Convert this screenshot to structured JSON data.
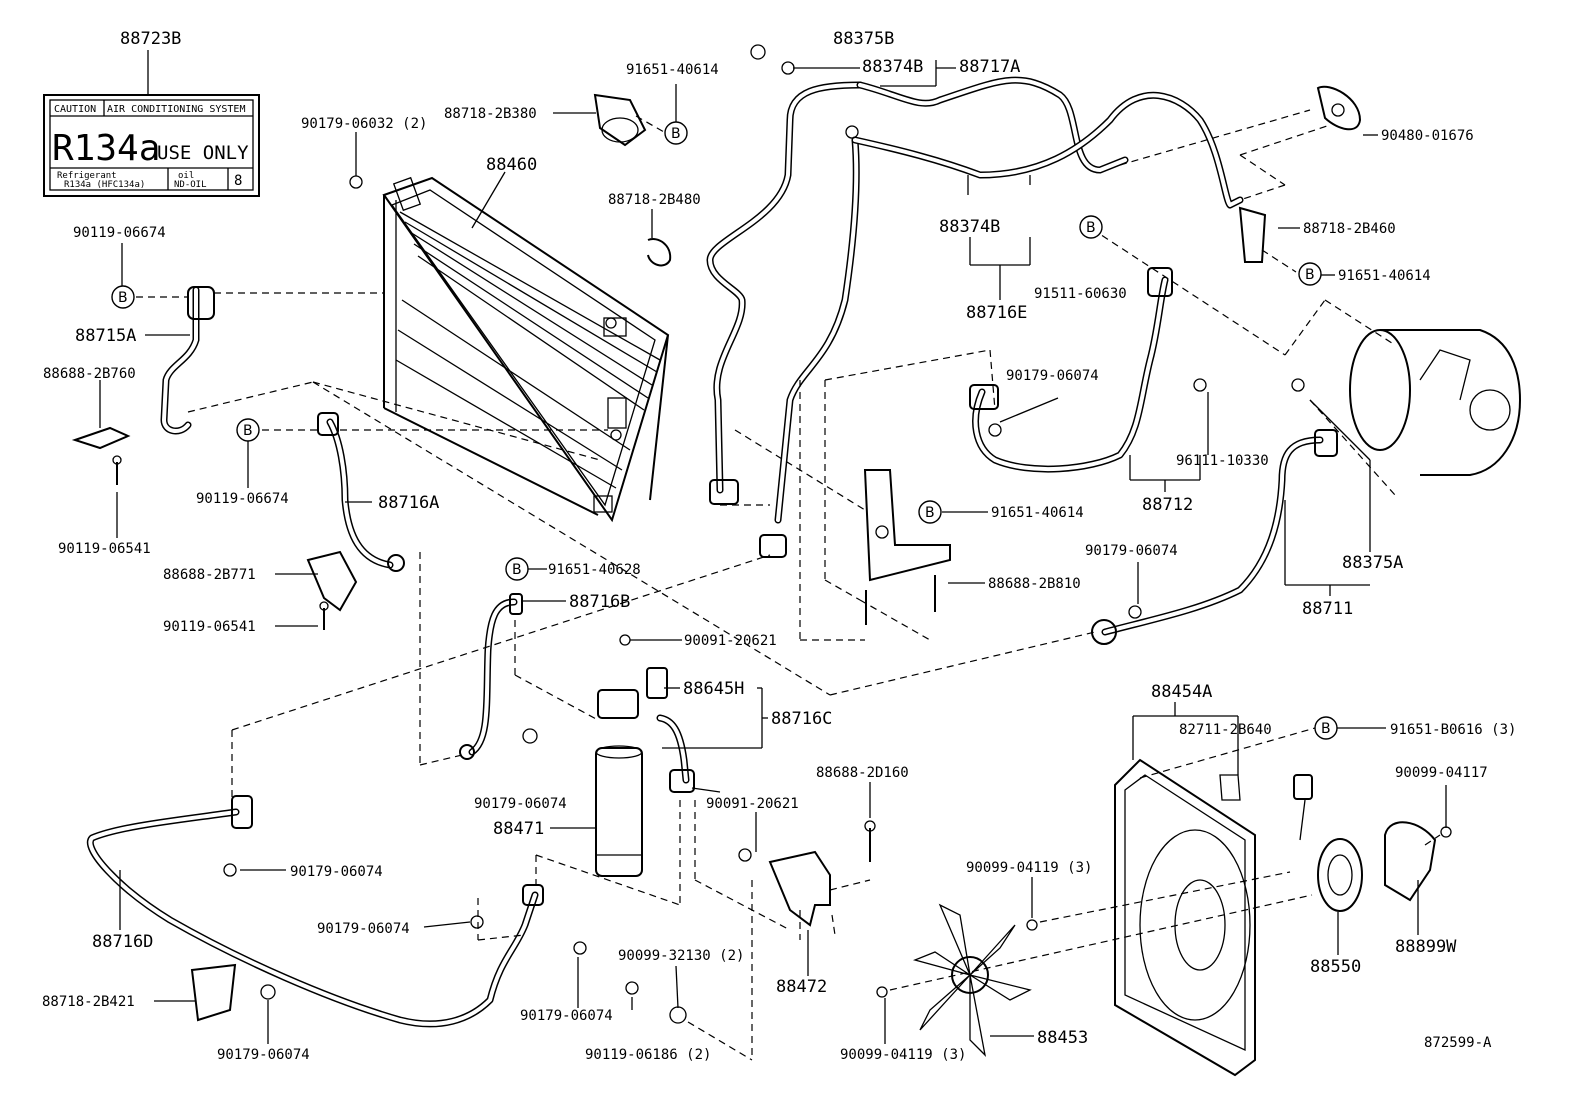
{
  "labels": {
    "l_88723B": "88723B",
    "l_90179_06032": "90179-06032 (2)",
    "l_88460": "88460",
    "l_91651_40614_a": "91651-40614",
    "l_88718_2B380": "88718-2B380",
    "l_88718_2B480": "88718-2B480",
    "l_88375B": "88375B",
    "l_88374B_a": "88374B",
    "l_88717A": "88717A",
    "l_90480_01676": "90480-01676",
    "l_88374B_b": "88374B",
    "l_88716E": "88716E",
    "l_91511_60630": "91511-60630",
    "l_88718_2B460": "88718-2B460",
    "l_91651_40614_b": "91651-40614",
    "l_90119_06674_a": "90119-06674",
    "l_88715A": "88715A",
    "l_88688_2B760": "88688-2B760",
    "l_90119_06541_a": "90119-06541",
    "l_90119_06674_b": "90119-06674",
    "l_88716A": "88716A",
    "l_88688_2B771": "88688-2B771",
    "l_90119_06541_b": "90119-06541",
    "l_91651_40628": "91651-40628",
    "l_88716B": "88716B",
    "l_90091_20621_a": "90091-20621",
    "l_88645H": "88645H",
    "l_88716C": "88716C",
    "l_90179_06074_a": "90179-06074",
    "l_91651_40614_c": "91651-40614",
    "l_88688_2B810": "88688-2B810",
    "l_96111_10330": "96111-10330",
    "l_88712": "88712",
    "l_90179_06074_b": "90179-06074",
    "l_88375A": "88375A",
    "l_88711": "88711",
    "l_90179_06074_c": "90179-06074",
    "l_88471": "88471",
    "l_90091_20621_b": "90091-20621",
    "l_88688_2D160": "88688-2D160",
    "l_88454A": "88454A",
    "l_82711_2B640": "82711-2B640",
    "l_91651_B0616": "91651-B0616 (3)",
    "l_90099_04117": "90099-04117",
    "l_90179_06074_d": "90179-06074",
    "l_88716D": "88716D",
    "l_90179_06074_e": "90179-06074",
    "l_90099_32130": "90099-32130 (2)",
    "l_88472": "88472",
    "l_90099_04119_a": "90099-04119 (3)",
    "l_88550": "88550",
    "l_88899W": "88899W",
    "l_88718_2B421": "88718-2B421",
    "l_90179_06074_f": "90179-06074",
    "l_90179_06074_g": "90179-06074",
    "l_90119_06186": "90119-06186 (2)",
    "l_90099_04119_b": "90099-04119 (3)",
    "l_88453": "88453",
    "l_872599_A": "872599-A"
  },
  "ref_marker": "B",
  "caution_plate": {
    "header_left": "CAUTION",
    "header_right": "AIR CONDITIONING SYSTEM",
    "main_big": "R134a",
    "main_small": "USE ONLY",
    "refrigerant_label": "Refrigerant",
    "refrigerant_value": "R134a (HFC134a)",
    "oil_label": "oil",
    "oil_value": "ND-OIL",
    "oil_number": "8"
  }
}
